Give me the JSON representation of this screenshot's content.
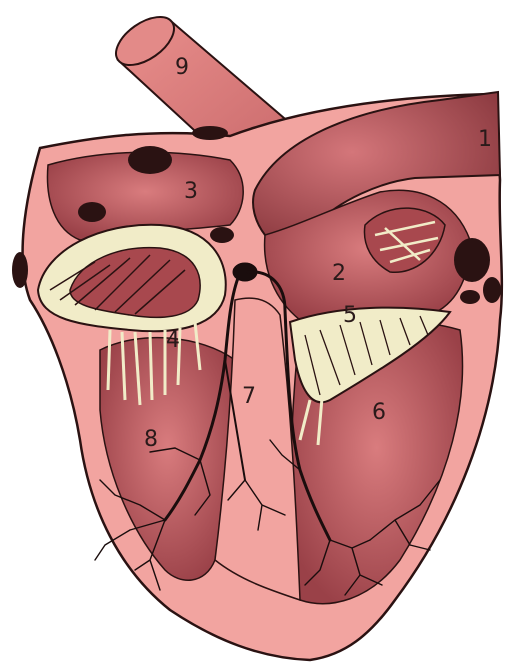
{
  "figure": {
    "labels": [
      "1",
      "2",
      "3",
      "4",
      "5",
      "6",
      "7",
      "8",
      "9"
    ]
  },
  "colors": {
    "tissue": "#f2a4a0",
    "tissue_dark": "#b85a5e",
    "chamber": "#c9686c",
    "chamber_deep": "#8e3a40",
    "valve": "#f1ecc8",
    "outline": "#2a1212",
    "conduction": "#1a0d0d"
  }
}
